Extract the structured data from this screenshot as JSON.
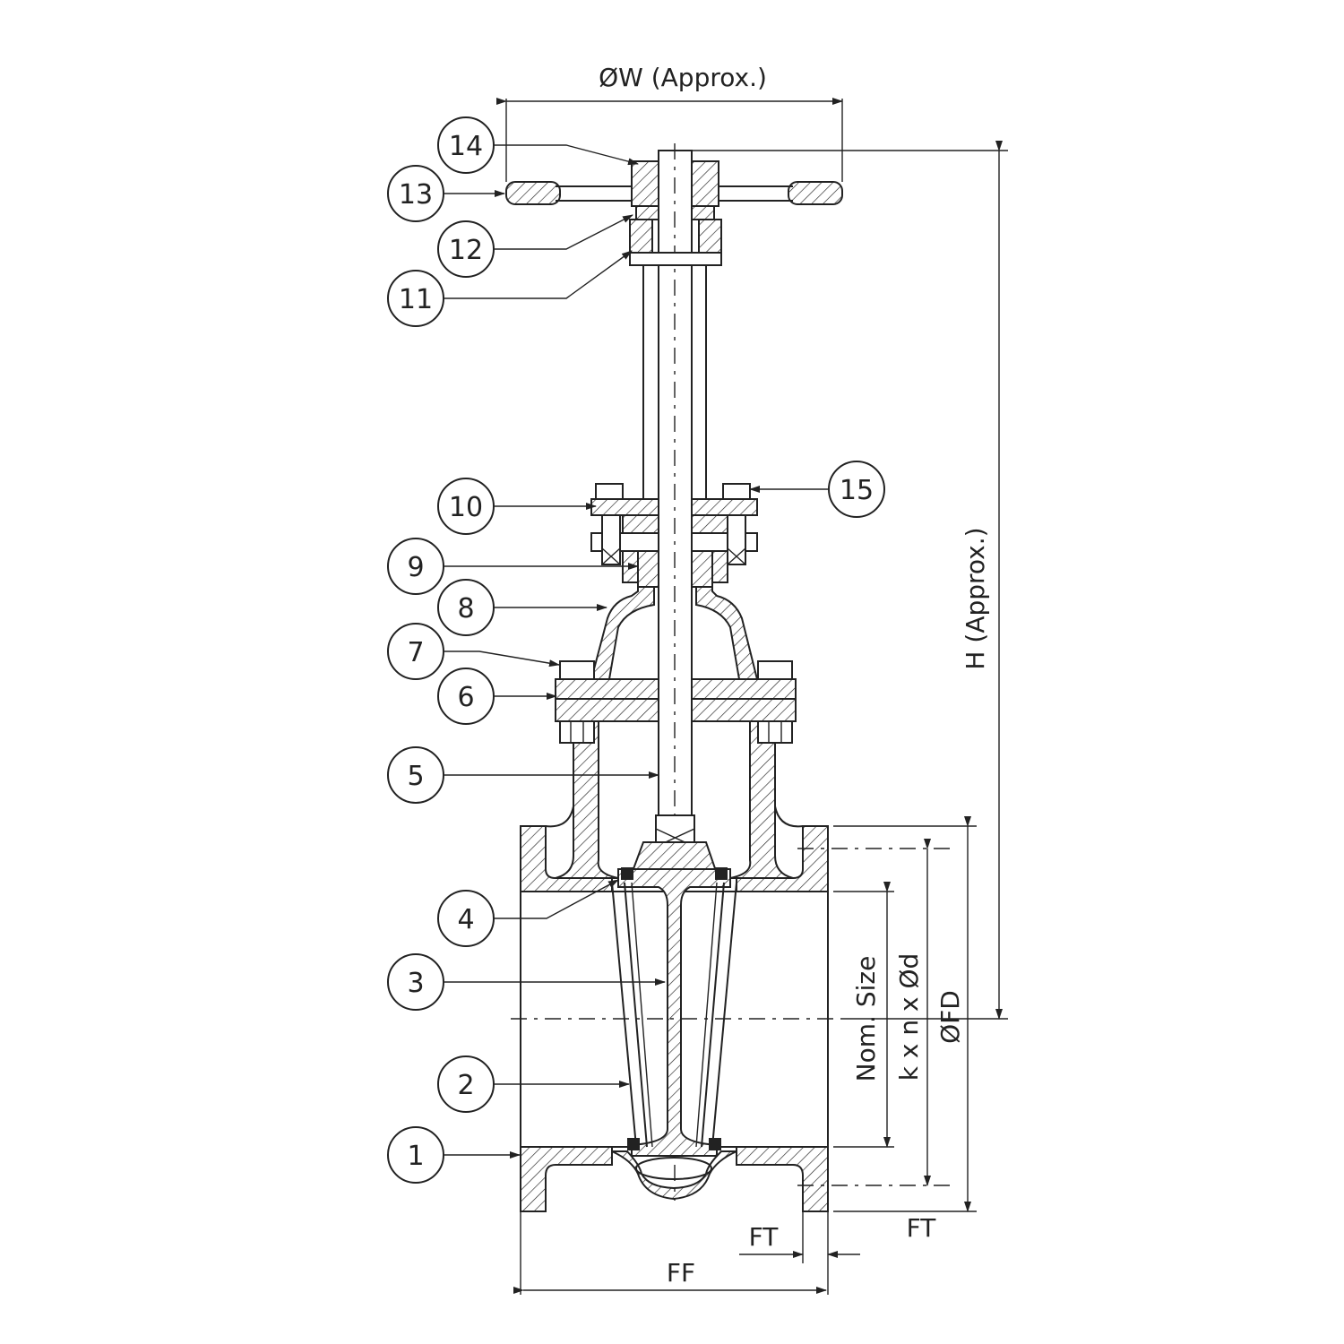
{
  "dimensions": {
    "handwheel_diameter": "ØW (Approx.)",
    "height": "H (Approx.)",
    "nominal_size": "Nom. Size",
    "bolt_pattern": "k x n x Ød",
    "flange_diameter": "ØFD",
    "flange_thickness_inner": "FT",
    "flange_thickness_outer": "FT",
    "face_to_face": "FF"
  },
  "callouts": [
    "14",
    "13",
    "12",
    "11",
    "10",
    "9",
    "8",
    "7",
    "6",
    "5",
    "4",
    "3",
    "2",
    "1",
    "15"
  ]
}
